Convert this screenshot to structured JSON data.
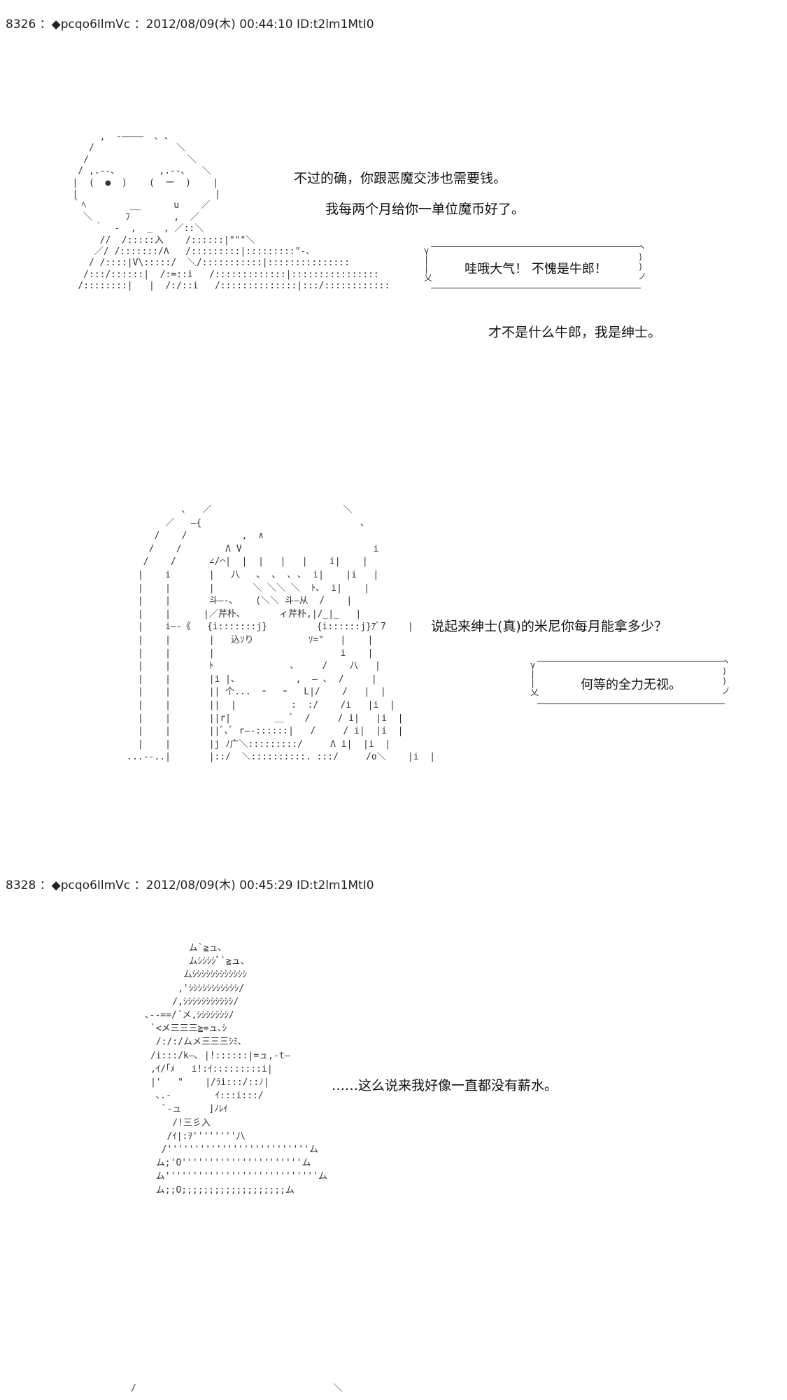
{
  "posts": [
    {
      "header": "8326 ：◆pcqo6IlmVc ：2012/08/09(木) 00:44:10 ID:t2lm1MtI0",
      "lines": [
        "不过的确，你跟恶魔交涉也需要钱。",
        "我每两个月给你一单位魔币好了。",
        "才不是什么牛郎，我是绅士。",
        "说起来绅士(真)的米尼你每月能拿多少？"
      ],
      "bubbles": [
        "哇哦大气！  不愧是牛郎！",
        "何等的全力无视。"
      ]
    },
    {
      "header": "8328 ：◆pcqo6IlmVc ：2012/08/09(木) 00:45:29 ID:t2lm1MtI0",
      "lines": [
        "……这么说来我好像一直都没有薪水。"
      ]
    }
  ]
}
